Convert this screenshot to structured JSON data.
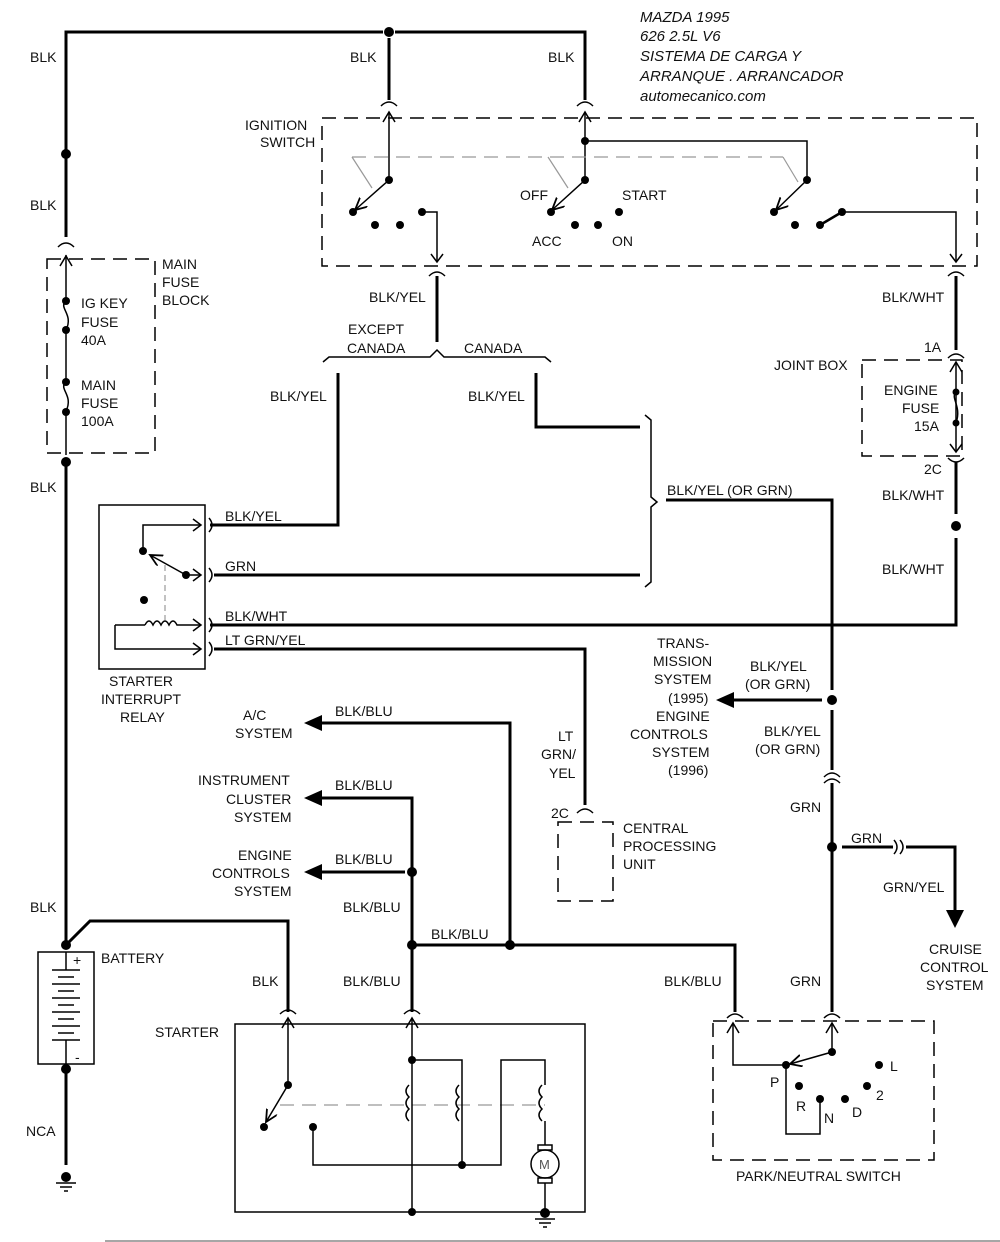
{
  "title": {
    "line1": "MAZDA 1995",
    "line2": "626  2.5L  V6",
    "line3": "SISTEMA DE CARGA Y",
    "line4": "ARRANQUE . ARRANCADOR",
    "line5": "automecanico.com"
  },
  "wires": {
    "blk": "BLK",
    "blk_yel": "BLK/YEL",
    "blk_wht": "BLK/WHT",
    "grn": "GRN",
    "lt_grn_yel": "LT GRN/YEL",
    "blk_blu": "BLK/BLU",
    "blk_yel_or_grn": "BLK/YEL (OR GRN)",
    "blk_yel_l1": "BLK/YEL",
    "or_grn": "(OR GRN)",
    "lt": "LT",
    "grn_slash": "GRN/",
    "yel": "YEL",
    "grn_yel": "GRN/YEL",
    "nca": "NCA"
  },
  "components": {
    "ignition_switch": {
      "line1": "IGNITION",
      "line2": "SWITCH",
      "off": "OFF",
      "start": "START",
      "acc": "ACC",
      "on": "ON"
    },
    "main_fuse_block": {
      "line1": "MAIN",
      "line2": "FUSE",
      "line3": "BLOCK"
    },
    "ig_key_fuse": {
      "line1": "IG KEY",
      "line2": "FUSE",
      "line3": "40A"
    },
    "main_fuse": {
      "line1": "MAIN",
      "line2": "FUSE",
      "line3": "100A"
    },
    "region_split": {
      "except1": "EXCEPT",
      "except2": "CANADA",
      "canada": "CANADA"
    },
    "joint_box": {
      "label": "JOINT BOX",
      "pin_in": "1A",
      "pin_out": "2C"
    },
    "engine_fuse": {
      "line1": "ENGINE",
      "line2": "FUSE",
      "line3": "15A"
    },
    "starter_interrupt_relay": {
      "line1": "STARTER",
      "line2": "INTERRUPT",
      "line3": "RELAY"
    },
    "ac_system": {
      "line1": "A/C",
      "line2": "SYSTEM"
    },
    "instrument_cluster": {
      "line1": "INSTRUMENT",
      "line2": "CLUSTER",
      "line3": "SYSTEM"
    },
    "engine_controls": {
      "line1": "ENGINE",
      "line2": "CONTROLS",
      "line3": "SYSTEM"
    },
    "transmission": {
      "line1": "TRANS-",
      "line2": "MISSION",
      "line3": "SYSTEM",
      "line4": "(1995)",
      "line5": "ENGINE",
      "line6": "CONTROLS",
      "line7": "SYSTEM",
      "line8": "(1996)"
    },
    "cpu": {
      "pin": "2C",
      "line1": "CENTRAL",
      "line2": "PROCESSING",
      "line3": "UNIT"
    },
    "cruise": {
      "line1": "CRUISE",
      "line2": "CONTROL",
      "line3": "SYSTEM"
    },
    "battery": {
      "label": "BATTERY",
      "plus": "+",
      "minus": "-"
    },
    "starter": {
      "label": "STARTER",
      "motor": "M"
    },
    "park_neutral": {
      "label": "PARK/NEUTRAL SWITCH",
      "p": "P",
      "r": "R",
      "n": "N",
      "d": "D",
      "two": "2",
      "l": "L"
    }
  }
}
